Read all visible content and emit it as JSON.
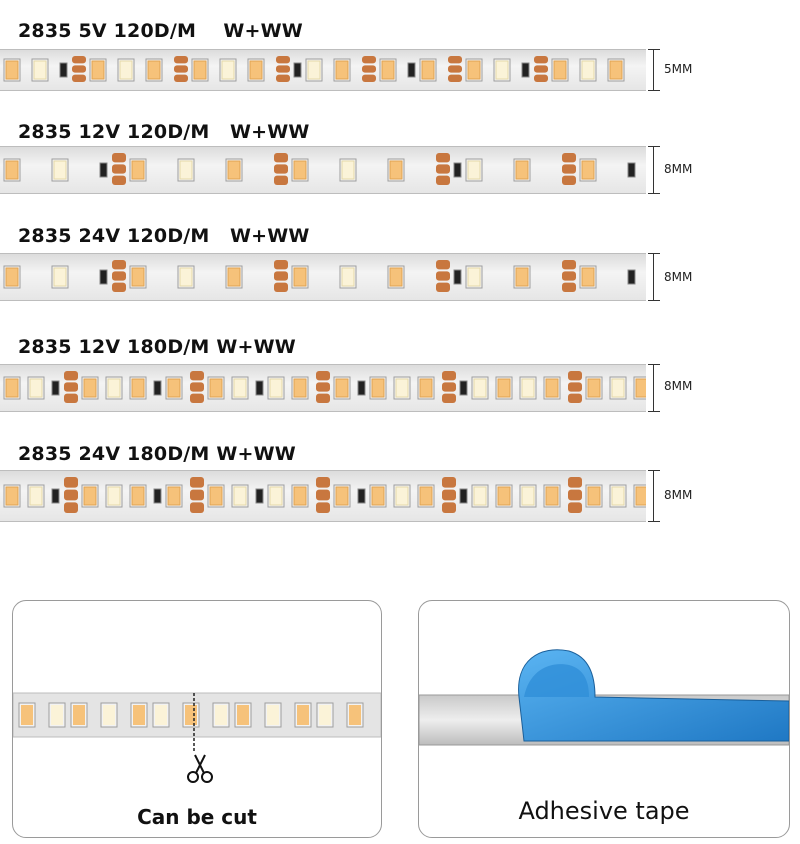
{
  "strips": [
    {
      "title": "2835 5V 120D/M    W+WW",
      "width_label": "5MM"
    },
    {
      "title": "2835 12V 120D/M   W+WW",
      "width_label": "8MM"
    },
    {
      "title": "2835 24V 120D/M   W+WW",
      "width_label": "8MM"
    },
    {
      "title": "2835 12V 180D/M W+WW",
      "width_label": "8MM"
    },
    {
      "title": "2835 24V 180D/M W+WW",
      "width_label": "8MM"
    }
  ],
  "panels": {
    "cut": {
      "caption": "Can be cut"
    },
    "tape": {
      "caption": "Adhesive tape"
    }
  },
  "colors": {
    "warm_led": "#f6c27a",
    "white_led": "#fbf3d8",
    "copper_pad": "#c8773f",
    "tape_blue": "#2f8fd8"
  },
  "icons": {
    "cut_marker": "scissors-icon"
  }
}
